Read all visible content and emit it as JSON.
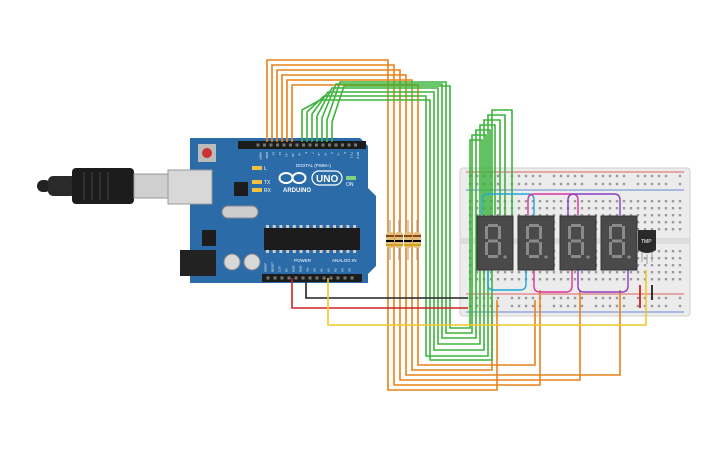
{
  "board": {
    "logo_text": "ARDUINO",
    "model_text": "UNO",
    "digital_label": "DIGITAL (PWM~)",
    "power_label": "POWER",
    "analog_label": "ANALOG IN",
    "tx_label": "TX",
    "rx_label": "RX",
    "l_label": "L",
    "on_label": "ON",
    "aref_label": "AREF",
    "gnd_label": "GND",
    "digital_pins": [
      "13",
      "12",
      "~11",
      "~10",
      "~9",
      "8",
      "7",
      "~6",
      "~5",
      "4",
      "~3",
      "2",
      "TX 1",
      "RX 0"
    ],
    "power_pins": [
      "IOREF",
      "RESET",
      "3.3V",
      "5V",
      "GND",
      "GND",
      "Vin"
    ],
    "analog_pins": [
      "A0",
      "A1",
      "A2",
      "A3",
      "A4",
      "A5"
    ]
  },
  "sensor": {
    "label": "TMP"
  },
  "colors": {
    "board": "#2a6ba8",
    "board_dark": "#1e5488",
    "wire_orange": "#e8821a",
    "wire_green": "#3cb43c",
    "wire_cyan": "#22a7d8",
    "wire_magenta": "#d8349c",
    "wire_purple": "#8a3cc0",
    "wire_red": "#cc2222",
    "wire_black": "#222222",
    "wire_yellow": "#f0c828",
    "breadboard": "#e9e9e9",
    "display": "#4a4a4a"
  }
}
